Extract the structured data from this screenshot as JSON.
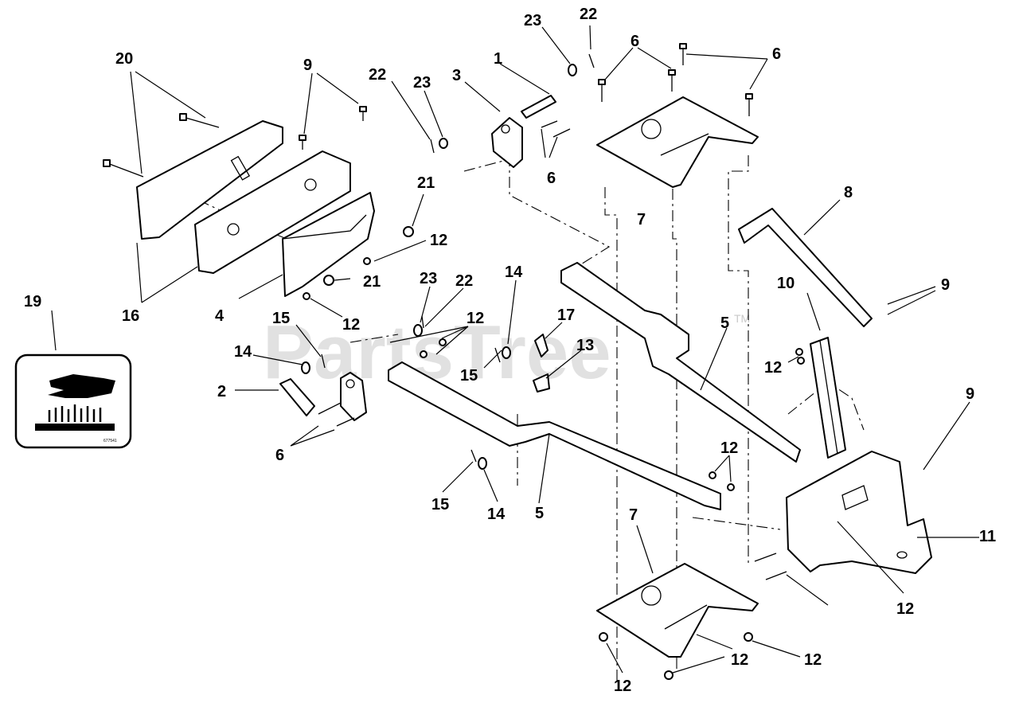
{
  "watermark": {
    "text": "PartsTree",
    "trademark": "TM"
  },
  "warning_icon": {
    "name": "hot-surface-warning-icon",
    "code": "677541"
  },
  "callouts": [
    {
      "id": "c1",
      "label": "1"
    },
    {
      "id": "c2",
      "label": "2"
    },
    {
      "id": "c3",
      "label": "3"
    },
    {
      "id": "c4",
      "label": "4"
    },
    {
      "id": "c5a",
      "label": "5"
    },
    {
      "id": "c5b",
      "label": "5"
    },
    {
      "id": "c6a",
      "label": "6"
    },
    {
      "id": "c6b",
      "label": "6"
    },
    {
      "id": "c6c",
      "label": "6"
    },
    {
      "id": "c6d",
      "label": "6"
    },
    {
      "id": "c7a",
      "label": "7"
    },
    {
      "id": "c7b",
      "label": "7"
    },
    {
      "id": "c8",
      "label": "8"
    },
    {
      "id": "c9a",
      "label": "9"
    },
    {
      "id": "c9b",
      "label": "9"
    },
    {
      "id": "c9c",
      "label": "9"
    },
    {
      "id": "c10",
      "label": "10"
    },
    {
      "id": "c11",
      "label": "11"
    },
    {
      "id": "c12a",
      "label": "12"
    },
    {
      "id": "c12b",
      "label": "12"
    },
    {
      "id": "c12c",
      "label": "12"
    },
    {
      "id": "c12d",
      "label": "12"
    },
    {
      "id": "c12e",
      "label": "12"
    },
    {
      "id": "c12f",
      "label": "12"
    },
    {
      "id": "c12g",
      "label": "12"
    },
    {
      "id": "c12h",
      "label": "12"
    },
    {
      "id": "c12i",
      "label": "12"
    },
    {
      "id": "c13",
      "label": "13"
    },
    {
      "id": "c14a",
      "label": "14"
    },
    {
      "id": "c14b",
      "label": "14"
    },
    {
      "id": "c14c",
      "label": "14"
    },
    {
      "id": "c15a",
      "label": "15"
    },
    {
      "id": "c15b",
      "label": "15"
    },
    {
      "id": "c15c",
      "label": "15"
    },
    {
      "id": "c16",
      "label": "16"
    },
    {
      "id": "c17",
      "label": "17"
    },
    {
      "id": "c19",
      "label": "19"
    },
    {
      "id": "c20",
      "label": "20"
    },
    {
      "id": "c21a",
      "label": "21"
    },
    {
      "id": "c21b",
      "label": "21"
    },
    {
      "id": "c22a",
      "label": "22"
    },
    {
      "id": "c22b",
      "label": "22"
    },
    {
      "id": "c22c",
      "label": "22"
    },
    {
      "id": "c23a",
      "label": "23"
    },
    {
      "id": "c23b",
      "label": "23"
    },
    {
      "id": "c23c",
      "label": "23"
    }
  ]
}
